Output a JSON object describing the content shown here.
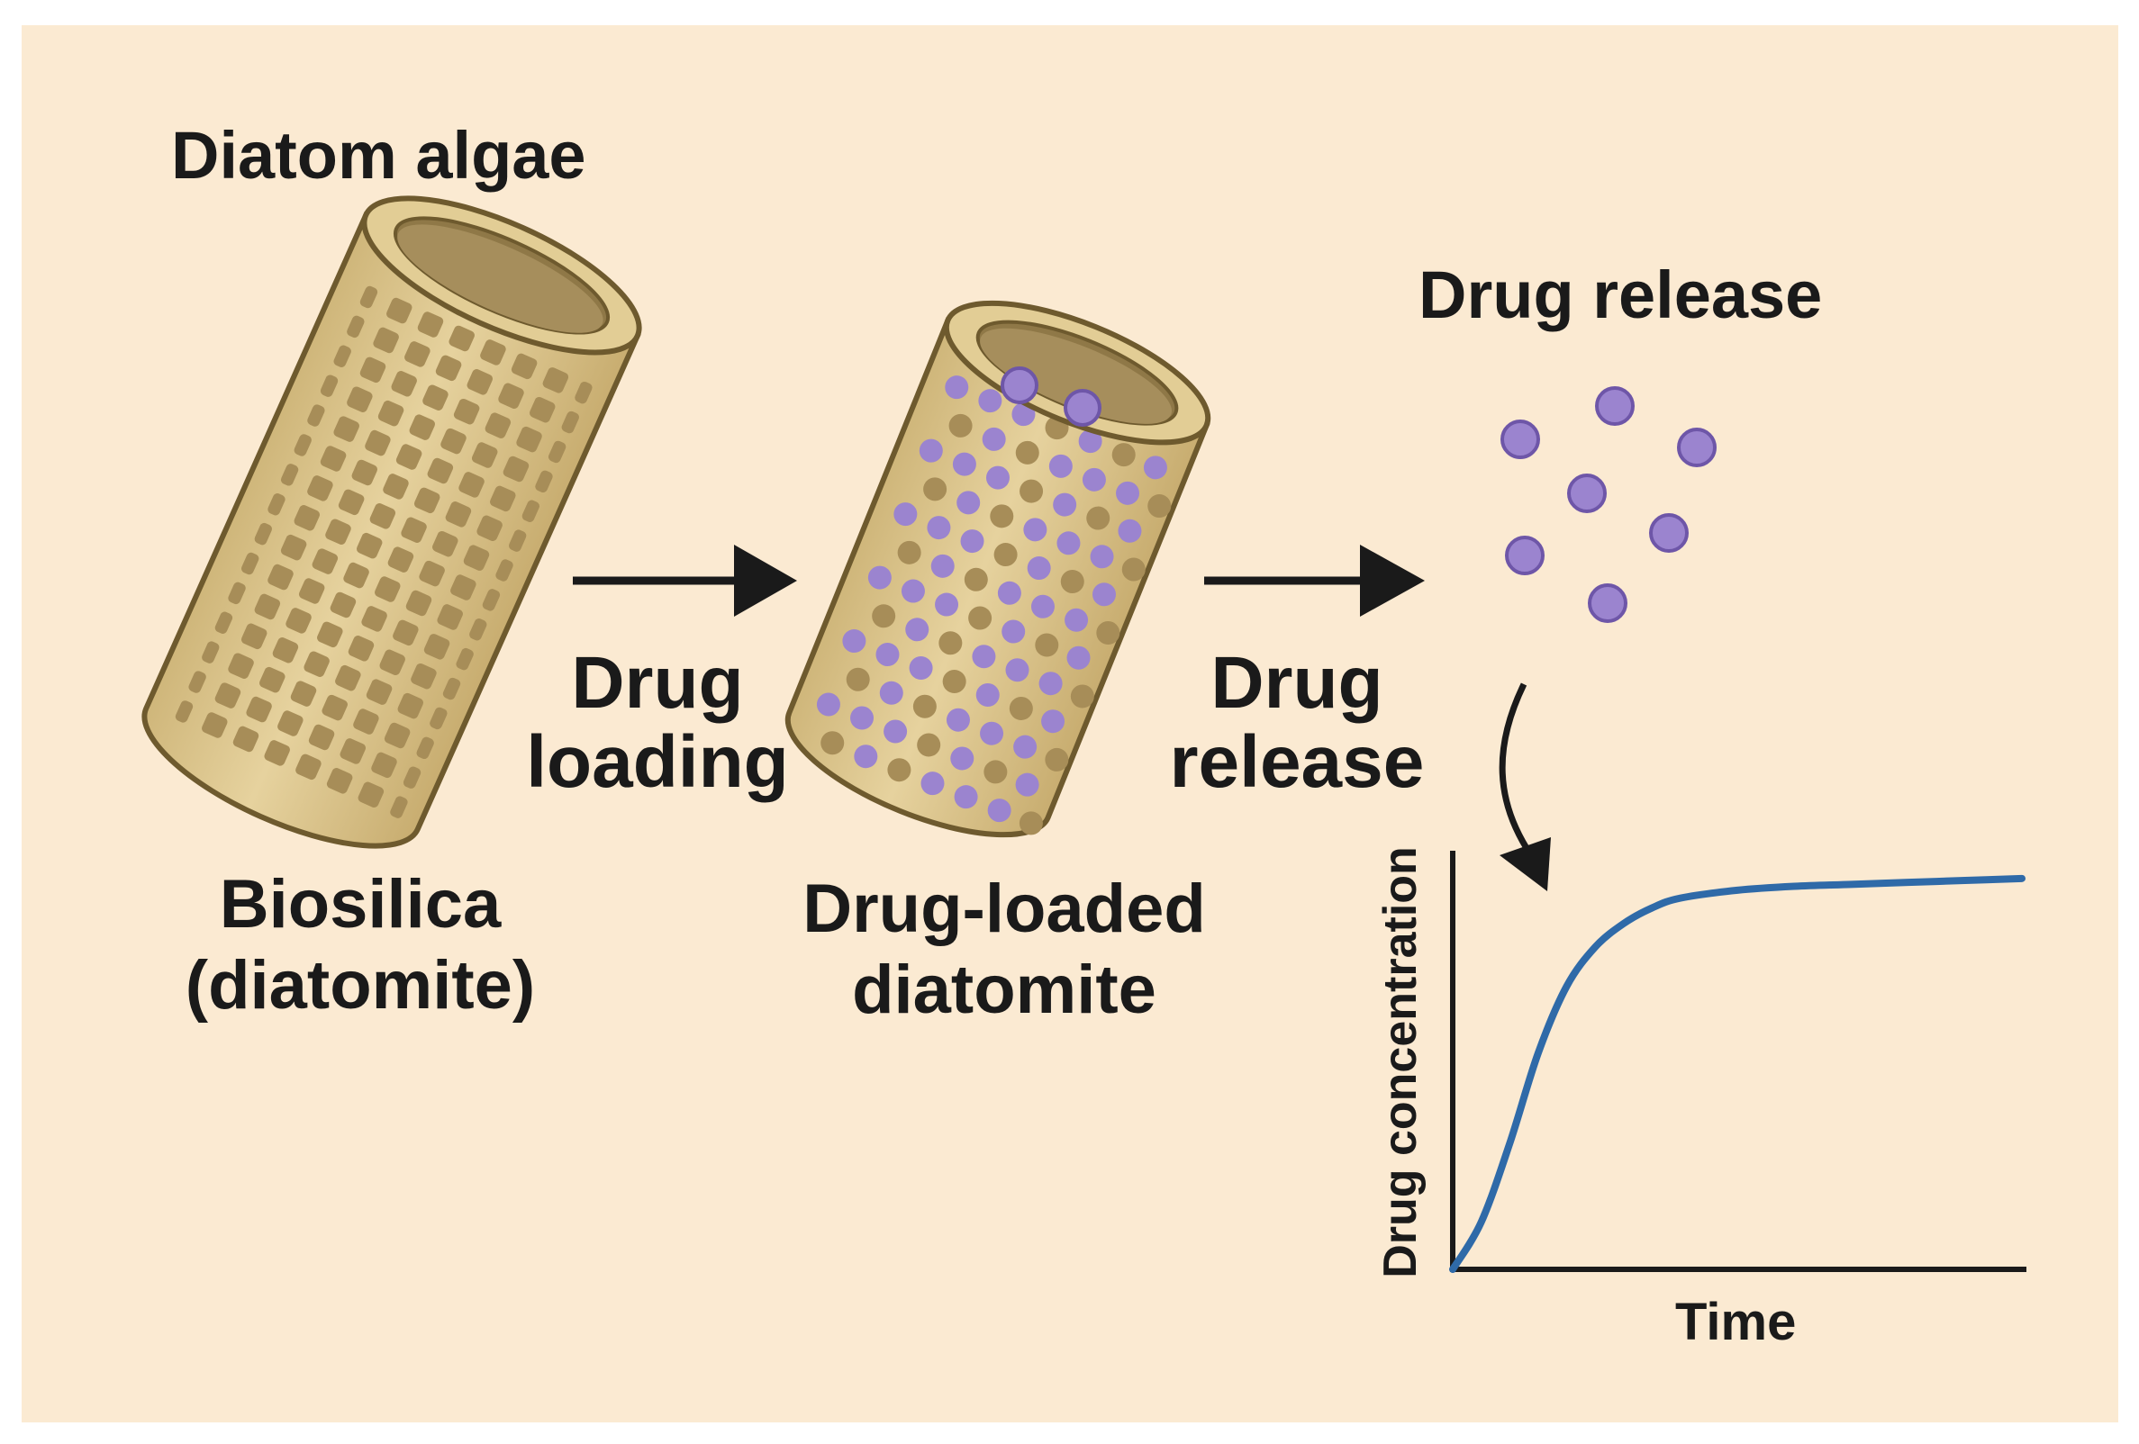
{
  "colors": {
    "background": "#fbead2",
    "shell_fill": "#dcc58c",
    "shell_stroke": "#6e5a2e",
    "pore": "#a78d58",
    "drug_particle": "#9b84cf",
    "drug_particle_stroke": "#6e56a8",
    "arrow": "#1a1a1a",
    "curve": "#2f6aa8"
  },
  "labels": {
    "diatom_algae": "Diatom algae",
    "drug_release_title": "Drug release",
    "drug_loading_line1": "Drug",
    "drug_loading_line2": "loading",
    "drug_release_line1": "Drug",
    "drug_release_line2": "release",
    "biosilica_line1": "Biosilica",
    "biosilica_line2": "(diatomite)",
    "drug_loaded_line1": "Drug-loaded",
    "drug_loaded_line2": "diatomite"
  },
  "chart_data": {
    "type": "line",
    "xlabel": "Time",
    "ylabel": "Drug concentration",
    "grid": false,
    "legend": "none",
    "series": [
      {
        "x": [
          0,
          0.05,
          0.1,
          0.15,
          0.2,
          0.25,
          0.3,
          0.35,
          0.4,
          0.5,
          0.6,
          0.7,
          0.8,
          0.9,
          1.0
        ],
        "y": [
          0,
          0.12,
          0.32,
          0.55,
          0.72,
          0.82,
          0.88,
          0.92,
          0.945,
          0.965,
          0.975,
          0.98,
          0.985,
          0.99,
          0.995
        ]
      }
    ],
    "xlim": [
      0,
      1
    ],
    "ylim": [
      0,
      1.1
    ]
  }
}
